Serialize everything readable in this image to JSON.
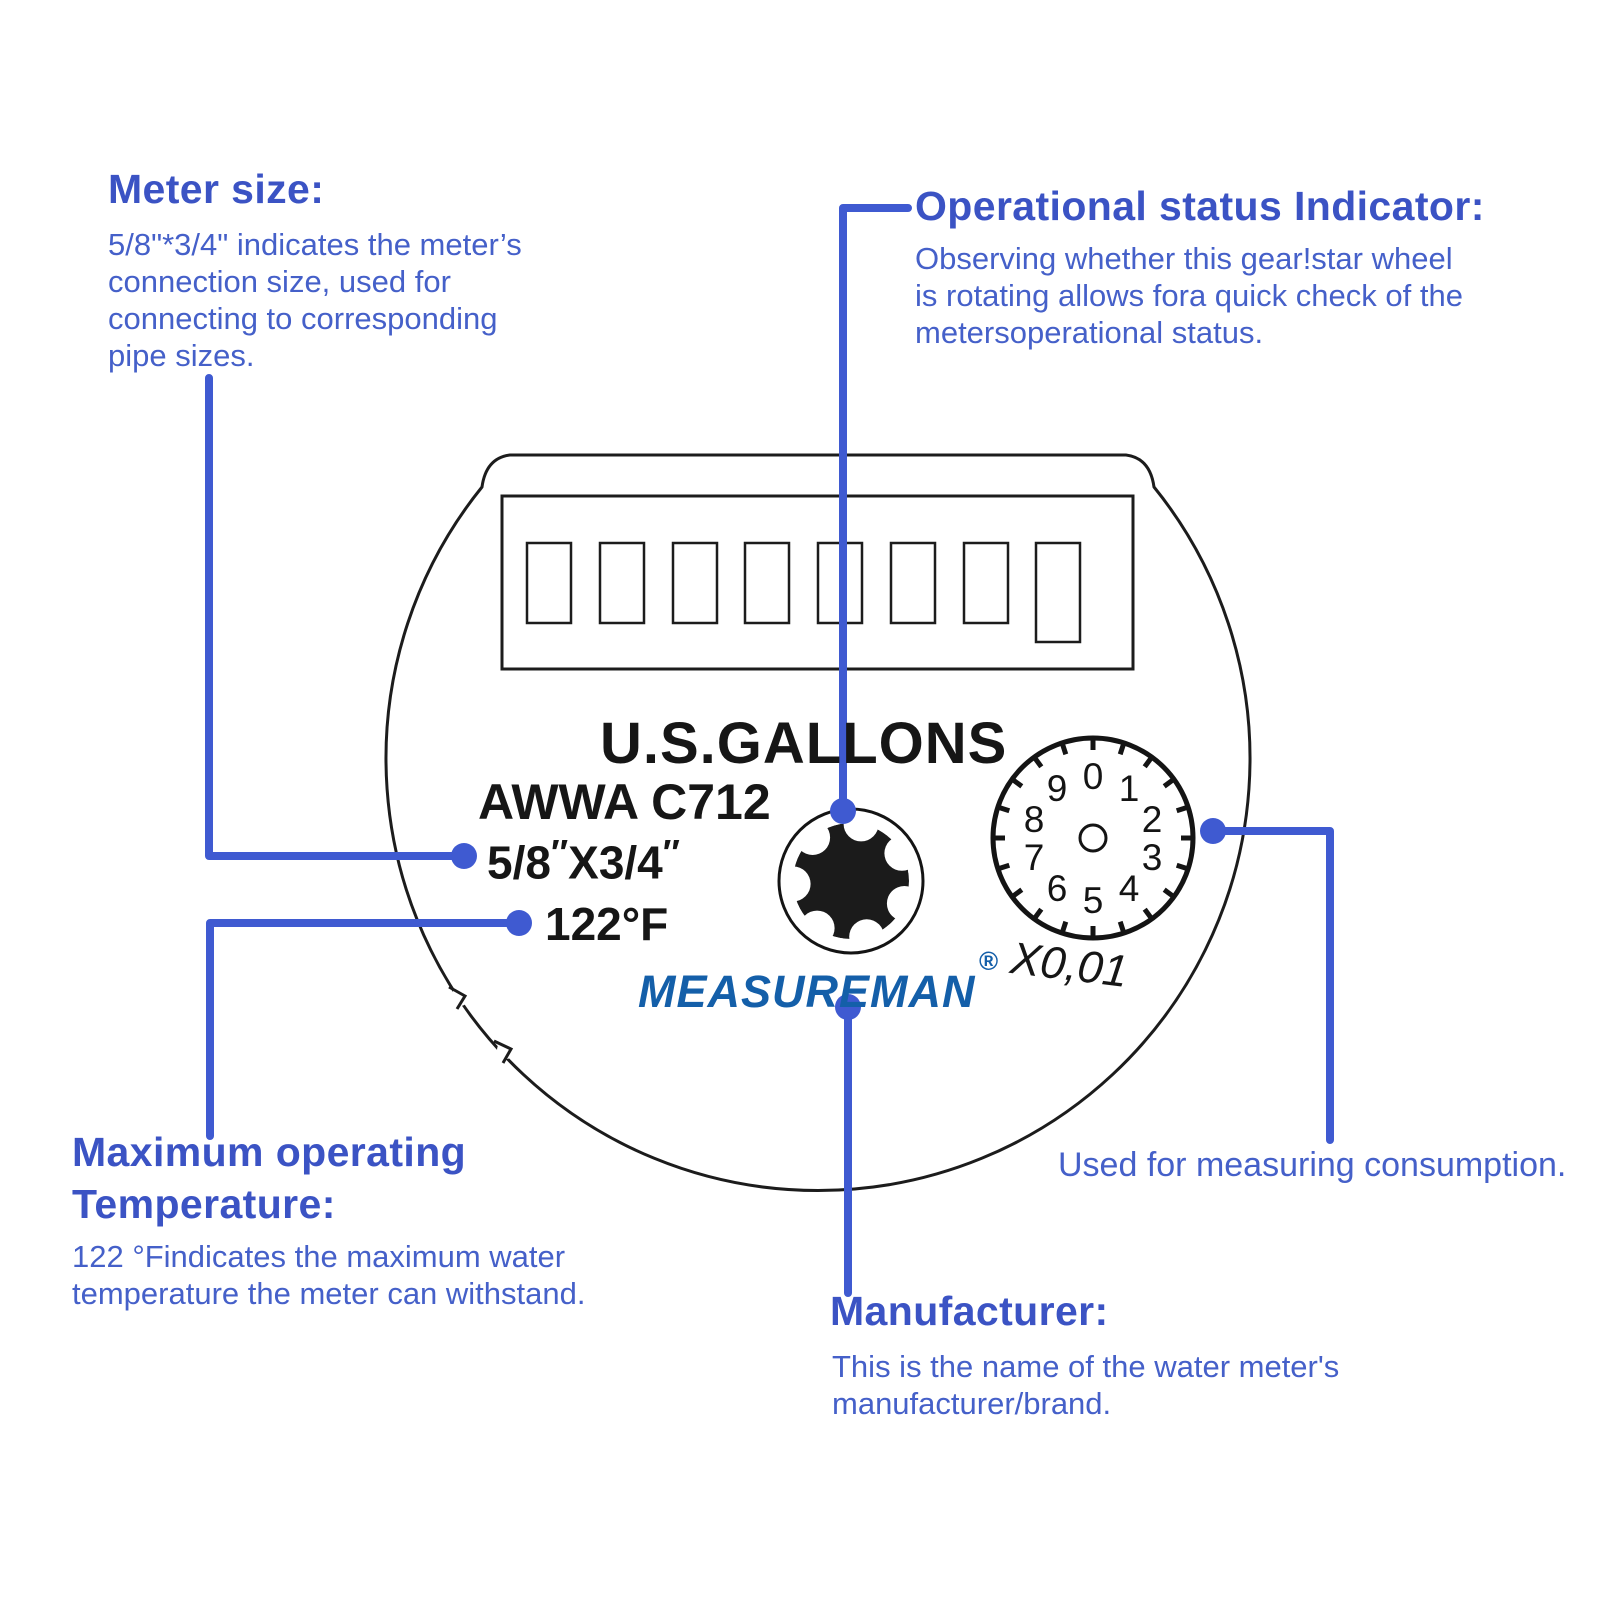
{
  "colors": {
    "annotation_heading": "#3b53c4",
    "annotation_body": "#4560c9",
    "connector_blue": "#3f5ad1",
    "logo_blue": "#145fa9",
    "linework_black": "#1c1c1c"
  },
  "annotations": {
    "meter_size": {
      "heading": "Meter size:",
      "lines": [
        "5/8\"*3/4\" indicates the meter’s",
        "connection size, used for",
        "connecting to corresponding",
        "pipe sizes."
      ]
    },
    "operational_status": {
      "heading": "Operational status Indicator:",
      "lines": [
        "Observing whether this gear!star wheel",
        "is rotating allows fora quick check of the",
        "metersoperational status."
      ]
    },
    "max_temp": {
      "heading_lines": [
        "Maximum operating",
        "Temperature:"
      ],
      "lines": [
        "122 °Findicates the maximum water",
        "temperature the meter can withstand."
      ]
    },
    "manufacturer": {
      "heading": "Manufacturer:",
      "lines": [
        "This is the name of the water meter's",
        "manufacturer/brand."
      ]
    },
    "consumption": {
      "text": "Used for measuring consumption."
    }
  },
  "meter": {
    "unit_label": "U.S.GALLONS",
    "standard": "AWWA C712",
    "connection_size": {
      "base1": "5/8",
      "prime1": "″",
      "base2": "X3/4",
      "prime2": "″"
    },
    "max_temperature": "122°F",
    "brand": "MEASUREMAN",
    "registered": "®",
    "dial": {
      "digits": [
        "0",
        "1",
        "2",
        "3",
        "4",
        "5",
        "6",
        "7",
        "8",
        "9"
      ],
      "multiplier": "X0,01"
    }
  }
}
